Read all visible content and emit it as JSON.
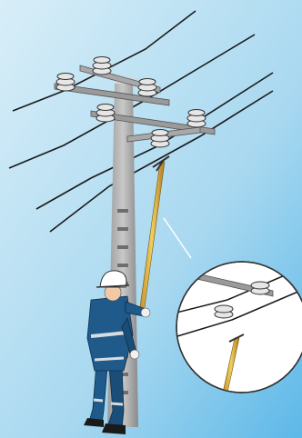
{
  "illustration": {
    "description_labels": [],
    "colors": {
      "sky_top": "#c9e8f6",
      "sky_bottom": "#6fc2ec",
      "pole": "#b8b8b8",
      "pole_shadow": "#8f8f8f",
      "insulator": "#e8e8e8",
      "wire": "#1a1a1a",
      "worker_suit": "#1f5a8a",
      "reflective_stripe": "#d7dce0",
      "helmet": "#ffffff",
      "hot_stick": "#e0b84a",
      "inset_bg": "#ffffff"
    },
    "icons": [
      "utility-pole",
      "insulator",
      "power-line",
      "lineman-worker",
      "hot-stick",
      "detail-magnifier"
    ]
  }
}
